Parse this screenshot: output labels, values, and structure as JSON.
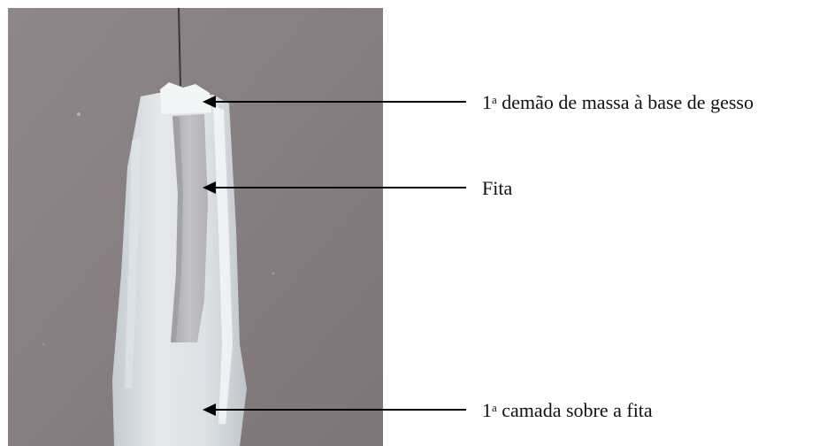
{
  "annotations": [
    {
      "superscript_prefix": "1",
      "superscript": "a",
      "text": " demão de massa à base de gesso"
    },
    {
      "superscript_prefix": "",
      "superscript": "",
      "text": "Fita"
    },
    {
      "superscript_prefix": "1",
      "superscript": "a",
      "text": " camada sobre a fita"
    }
  ],
  "colors": {
    "wall": "#8a8385",
    "compound": "#e9eef1",
    "tape": "#bdbdbe",
    "arrow": "#000000",
    "text": "#111111"
  }
}
